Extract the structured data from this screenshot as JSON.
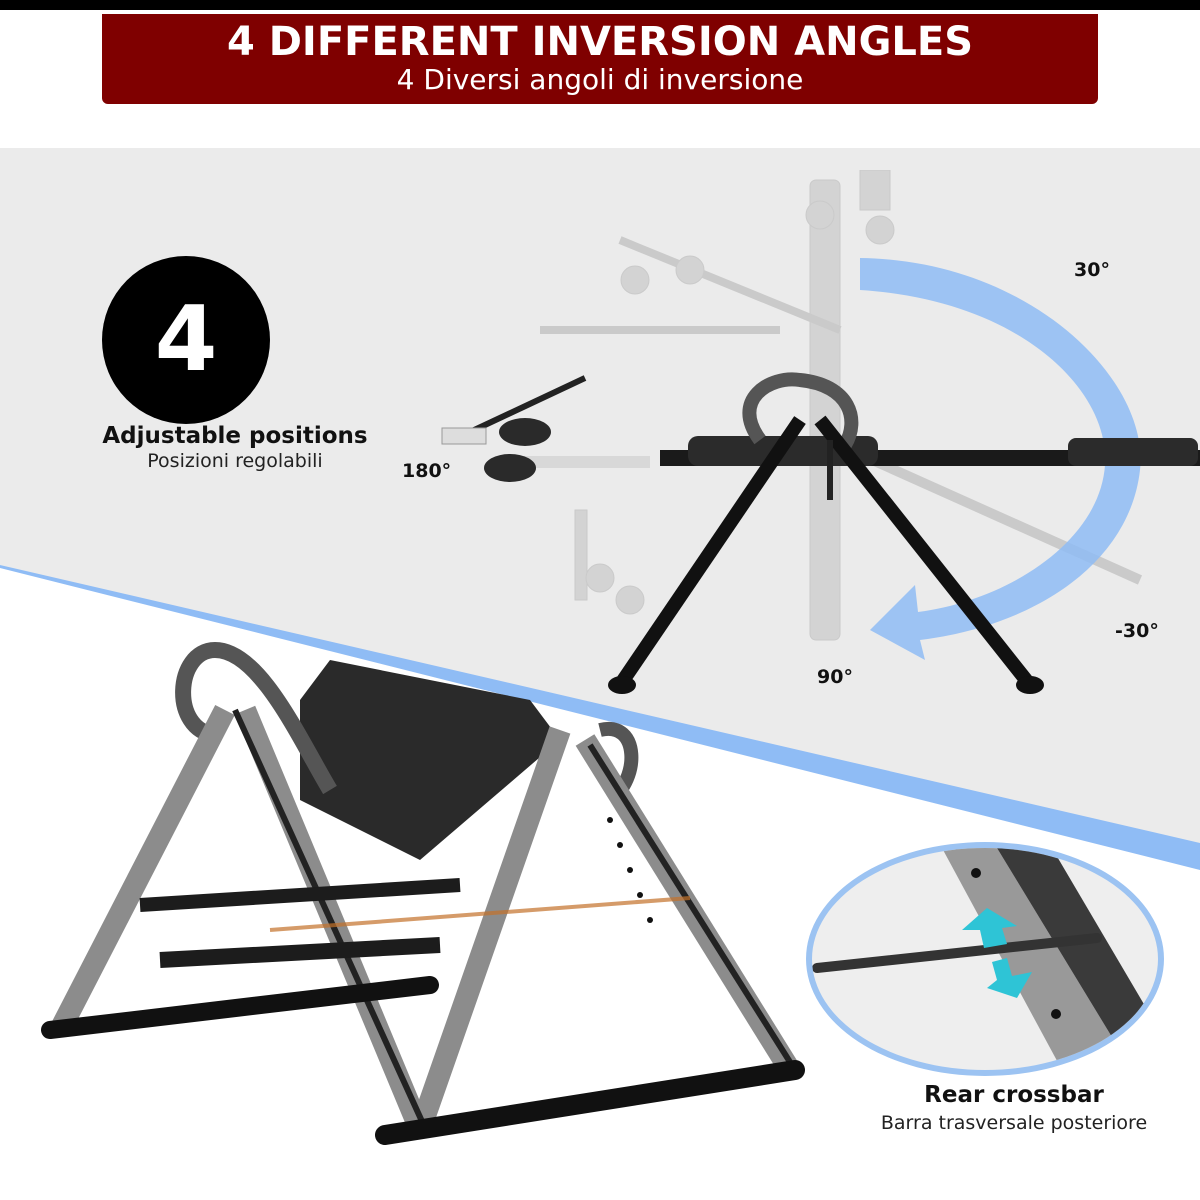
{
  "header": {
    "title": "4 DIFFERENT INVERSION ANGLES",
    "subtitle": "4 Diversi angoli di inversione",
    "banner_color": "#7f0000"
  },
  "feature_badge": {
    "number": "4",
    "label": "Adjustable positions",
    "label_it": "Posizioni regolabili"
  },
  "angles": [
    {
      "label": "30°"
    },
    {
      "label": "180°"
    },
    {
      "label": "-30°"
    },
    {
      "label": "90°"
    }
  ],
  "rotation_arrow": {
    "icon": "curved-arrow-icon",
    "color": "#8fbcf5"
  },
  "detail_callout": {
    "label": "Rear crossbar",
    "label_it": "Barra trasversale posteriore",
    "icon": "up-down-arrows-icon",
    "arrow_color": "#2ec4d6",
    "border_color": "#9cc3f2"
  },
  "divider_color": "#8fbcf5"
}
